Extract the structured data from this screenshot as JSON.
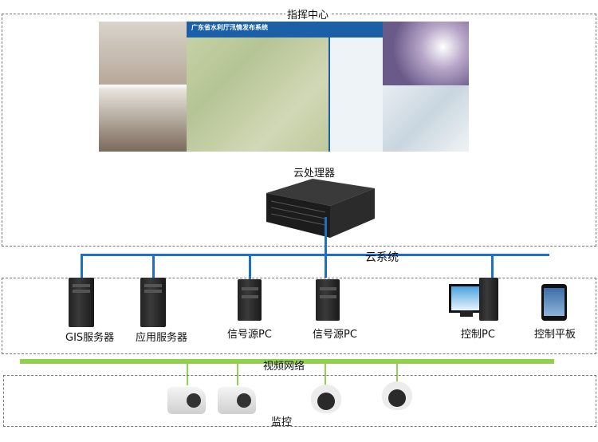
{
  "title": "指挥中心",
  "cloud_processor": "云处理器",
  "cloud_system": "云系统",
  "video_network": "视频网络",
  "monitoring": "监控",
  "screen": {
    "app_title": "广东省水利厅汛情发布系统"
  },
  "devices": [
    {
      "label": "GIS服务器"
    },
    {
      "label": "应用服务器"
    },
    {
      "label": "信号源PC"
    },
    {
      "label": "信号源PC"
    },
    {
      "label": "控制PC"
    },
    {
      "label": "控制平板"
    }
  ],
  "colors": {
    "cloud_line": "#1f6fc4",
    "video_line": "#92d050",
    "border": "#777777"
  }
}
